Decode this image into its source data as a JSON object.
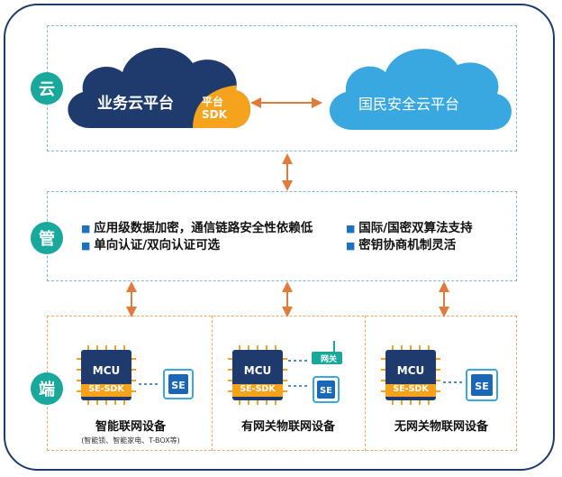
{
  "layers": {
    "cloud": "云",
    "pipe": "管",
    "edge": "端"
  },
  "cloud": {
    "business_platform": "业务云平台",
    "sdk_line1": "平台",
    "sdk_line2": "SDK",
    "national_platform": "国民安全云平台"
  },
  "pipe": {
    "left_items": [
      "应用级数据加密，通信链路安全性依赖低",
      "单向认证/双向认证可选"
    ],
    "right_items": [
      "国际/国密双算法支持",
      "密钥协商机制灵活"
    ]
  },
  "devices": [
    {
      "mcu": "MCU",
      "sdk": "SE-SDK",
      "se": "SE",
      "label": "智能联网设备",
      "sublabel": "(智能锁、智能家电、T-BOX等)"
    },
    {
      "mcu": "MCU",
      "sdk": "SE-SDK",
      "se": "SE",
      "gateway": "网关",
      "label": "有网关物联网设备"
    },
    {
      "mcu": "MCU",
      "sdk": "SE-SDK",
      "se": "SE",
      "label": "无网关物联网设备"
    }
  ],
  "colors": {
    "navy": "#1f3b6e",
    "teal": "#19a89c",
    "sky": "#3aa8e0",
    "orange": "#f5a21c",
    "arrow": "#e07b3a",
    "chip_blue": "#1a66b8"
  }
}
